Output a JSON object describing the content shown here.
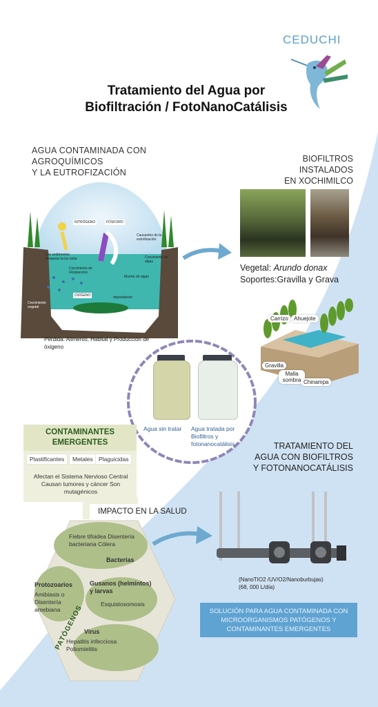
{
  "brand": "CEDUCHI",
  "title_line1": "Tratamiento del Agua por",
  "title_line2": "Biofiltración / FotoNanoCatálisis",
  "polluted_label": "AGUA CONTAMINADA CON\nAGROQUÍMICOS\nY LA  EUTROFIZACIÓN",
  "eutrophication": {
    "nitrogen": "NITRÓGENO",
    "phosphorus": "FÓSFORO",
    "causes": "Causantes de la eutrofización",
    "sediments": "Los sedimentos bloquean la luz solar",
    "algae_growth": "Crecimiento de algas",
    "phyto_growth": "Crecimiento de Fitoplancton",
    "dead_algae": "Muerte de algas",
    "oxygen": "OXÍGENO",
    "deposition": "depositación",
    "vegetal_growth": "Crecimiento vegetal"
  },
  "loss_text": "Pérdida: Alimento, Hábitat y Producción de óxigeno",
  "biofilters_label": "BIOFILTROS\nINSTALADOS\nEN XOCHIMILCO",
  "plant_line_prefix": "Vegetal: ",
  "plant_species": "Arundo donax",
  "supports_line": "Soportes:Gravilla y Grava",
  "diagram_tags": {
    "carrizo": "Carrizo",
    "ahuejote": "Ahuejote",
    "gravilla": "Gravilla",
    "malla": "Malla sombra",
    "chinampa": "Chinampa"
  },
  "bottles": {
    "untreated": "Agua sin tratar",
    "treated": "Agua tratada por Biofiltros y fotonanocatálisis"
  },
  "emergent": {
    "title": "CONTAMINANTES EMERGENTES",
    "chips": [
      "Plastificantes",
      "Metales",
      "Plaguicidas"
    ],
    "effects": "Afectan el Sistema Nervioso Central Causan tumores y cáncer Son mutagénicos"
  },
  "treatment_label": "TRATAMIENTO DEL\nAGUA CON BIOFILTROS\nY FOTONANOCATÁLISIS",
  "impact_label": "IMPACTO EN LA SALUD",
  "pathogens": {
    "label": "PATÓGENOS",
    "bacteria_diseases": "Fiebre tifoidea Disentería bacteriana Cólera",
    "bacteria_title": "Bacterias",
    "protozoa_title": "Protozoarios",
    "protozoa_diseases": "Amibiasis o Disentería amebiana",
    "worms_title": "Gusanos (helmintos) y larvas",
    "worms_diseases": "Esquistosomosis",
    "virus_title": "Virus",
    "virus_diseases": "Hepatitis infecciosa Poliomielitis"
  },
  "nano_caption_line1": "(NanoTIO2 /UV/O2/Nanoburbujas)",
  "nano_caption_line2": "(68, 000 L/día)",
  "solution": "SOLUCIÓN PARA AGUA CONTAMINADA CON MICROORGANISMOS PATÓGENOS Y CONTAMINANTES  EMERGENTES",
  "colors": {
    "accent_blue": "#5fa3d2",
    "wave_blue": "#cfe2f3",
    "green_blob": "#aebf8a",
    "emergent_green": "#2b5b1e"
  }
}
